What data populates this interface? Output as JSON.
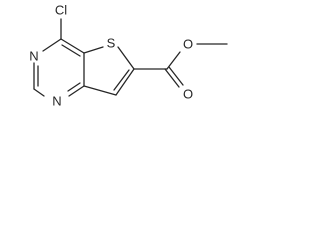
{
  "molecule": {
    "atoms": {
      "cl": "Cl",
      "s": "S",
      "n_top": "N",
      "n_bottom": "N",
      "o_ester": "O",
      "o_carbonyl": "O"
    }
  },
  "colors": {
    "bond": "#262626",
    "background": "#ffffff"
  }
}
